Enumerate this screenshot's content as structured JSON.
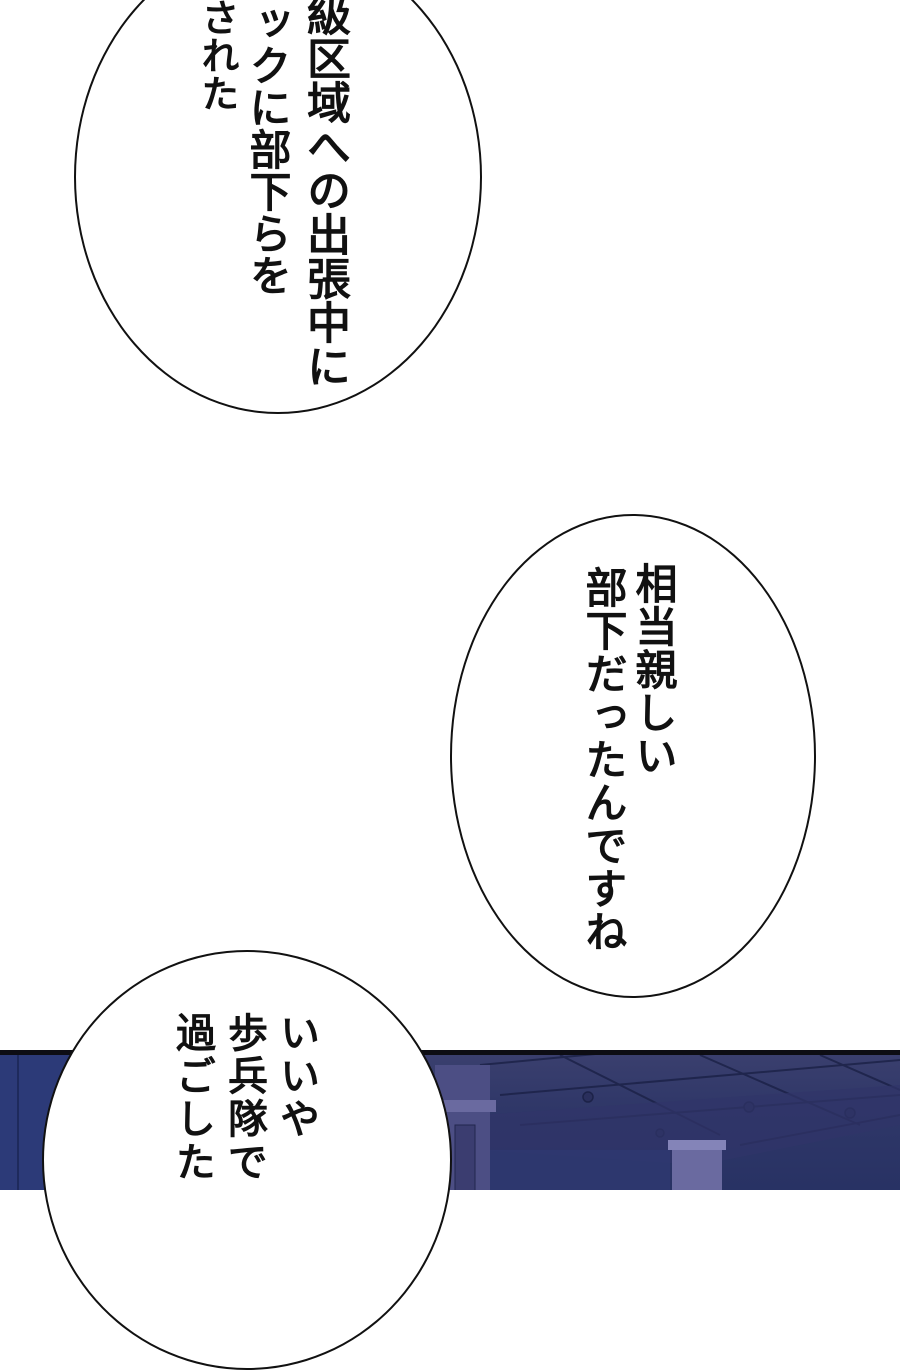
{
  "page": {
    "type": "manga-page",
    "background_color": "#ffffff",
    "panel_colors": {
      "border": "#0d0d14",
      "sky_top": "#3a3f6e",
      "sky_bottom": "#283264",
      "pillar": "#5a5a8e"
    }
  },
  "bubbles": [
    {
      "position": "top-left",
      "columns": [
        "級区域への出張中に",
        "ックに部下らを",
        "された"
      ],
      "note": "tops of columns cut off by page edge"
    },
    {
      "position": "middle-right",
      "columns": [
        "相当親しい",
        "部下だったんですね"
      ]
    },
    {
      "position": "bottom-left",
      "columns": [
        "いいや",
        "歩兵隊で",
        "過ごした"
      ],
      "note": "bottom of bubble cut off by page edge"
    }
  ],
  "art_panel": {
    "description": "dark blue-purple interior with coffered ceiling and stone pillars"
  }
}
